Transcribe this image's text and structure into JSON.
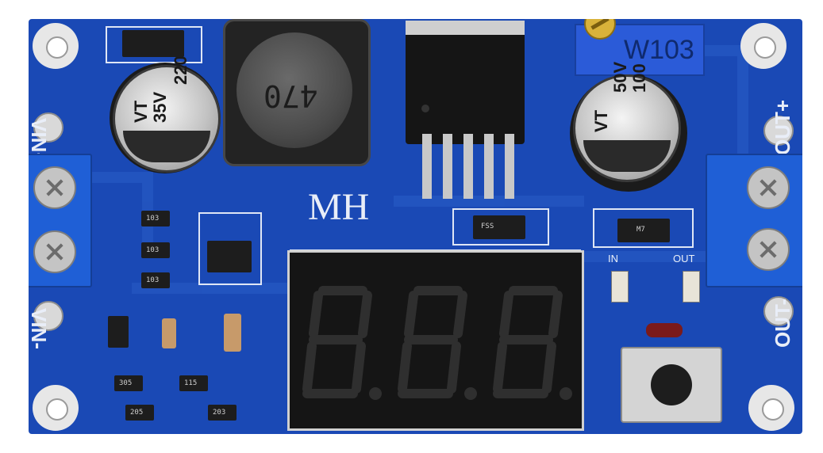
{
  "board": {
    "brand_mark": "MH",
    "labels": {
      "vin_plus": "VIN+",
      "vin_minus": "VIN-",
      "vout_plus": "OUT+",
      "vout_minus": "OUT-",
      "in_led": "IN",
      "out_led": "OUT"
    },
    "inductor_marking": "470",
    "potentiometer_marking": "W103",
    "input_capacitor": {
      "value": "220",
      "voltage": "35V",
      "series": "VT"
    },
    "output_capacitor": {
      "value": "100",
      "voltage": "50V",
      "series": "VT"
    },
    "diode_marking": "FSS",
    "regulator_diode_marking": "M7",
    "resistor_markings": [
      "103",
      "103",
      "103",
      "305",
      "115",
      "205",
      "203"
    ],
    "display": {
      "digits": [
        "8.",
        "8.",
        "8."
      ]
    }
  },
  "colors": {
    "pcb": "#1a49b5",
    "silkscreen": "#e9eef8",
    "terminal_block": "#1f5fd6",
    "pot_body": "#2b5bd8",
    "display_body": "#151515"
  }
}
